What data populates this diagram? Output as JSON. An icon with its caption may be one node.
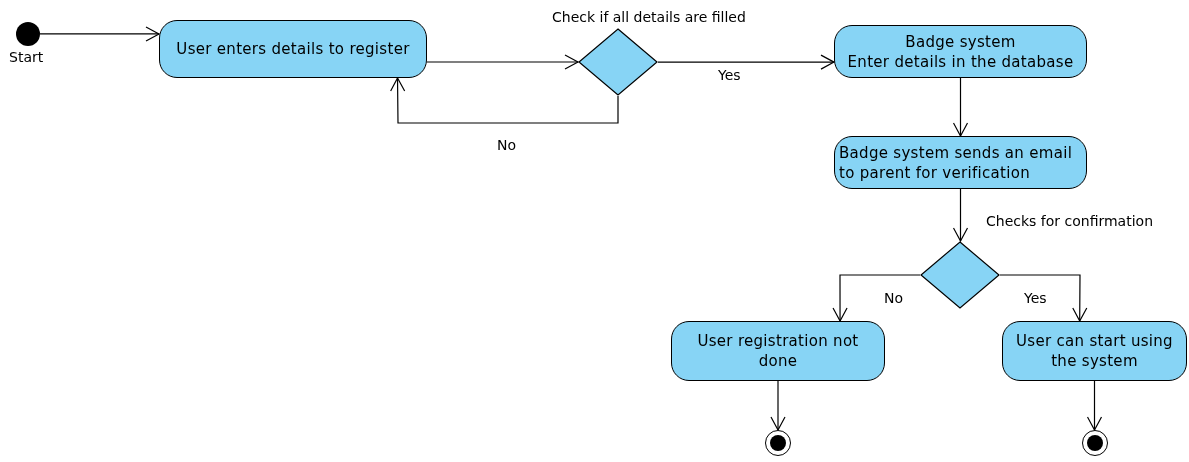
{
  "diagram": {
    "nodes": [
      {
        "text": [],
        "shape": "dot",
        "beside": [
          "Start"
        ]
      },
      {
        "text": [
          "User enters details to register"
        ]
      },
      {
        "text": [],
        "shape": "diamond",
        "beside": [
          "Check if all details are filled"
        ]
      },
      {
        "text": [
          "Badge system",
          "Enter details in the database"
        ]
      },
      {
        "text": [
          "Badge system sends an email to parent for verification"
        ]
      },
      {
        "text": [],
        "shape": "diamond",
        "beside": [
          "Checks for confirmation"
        ]
      },
      {
        "text": [
          "User registration not done"
        ]
      },
      {
        "text": [
          "User can start using the system"
        ]
      },
      {
        "text": [],
        "shape": "bullseye"
      },
      {
        "text": [],
        "shape": "bullseye"
      }
    ],
    "edges": [
      {
        "from": 0,
        "to": 1,
        "arrow": "to"
      },
      {
        "from": 1,
        "to": 2,
        "arrow": "to"
      },
      {
        "from": 2,
        "to": 1,
        "arrow": "to",
        "label": "No"
      },
      {
        "from": 2,
        "to": 3,
        "arrow": "to",
        "label": "Yes"
      },
      {
        "from": 3,
        "to": 4,
        "arrow": "to"
      },
      {
        "from": 4,
        "to": 5,
        "arrow": "to"
      },
      {
        "from": 5,
        "to": 6,
        "arrow": "to",
        "label": "No"
      },
      {
        "from": 5,
        "to": 7,
        "arrow": "to",
        "label": "Yes"
      },
      {
        "from": 6,
        "to": 8,
        "arrow": "to"
      },
      {
        "from": 7,
        "to": 9,
        "arrow": "to"
      }
    ]
  }
}
